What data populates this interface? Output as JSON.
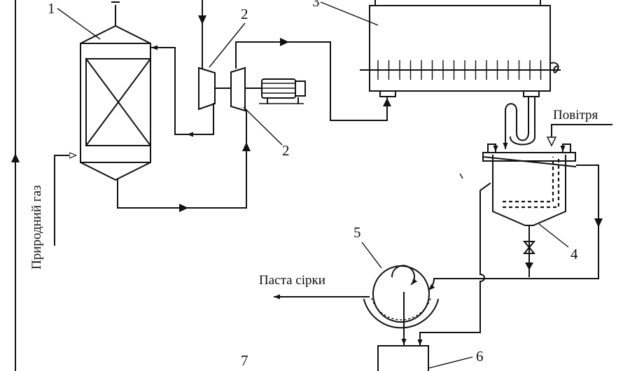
{
  "labels": {
    "natural_gas": "Природний газ",
    "air": "Повітря",
    "sulfur_paste": "Паста сірки"
  },
  "numbers": {
    "reactor": "1",
    "compressor_top": "2",
    "compressor_bottom": "2",
    "vessel": "3",
    "tank": "4",
    "drum_filter": "5",
    "receiver": "6",
    "item_7": "7"
  }
}
